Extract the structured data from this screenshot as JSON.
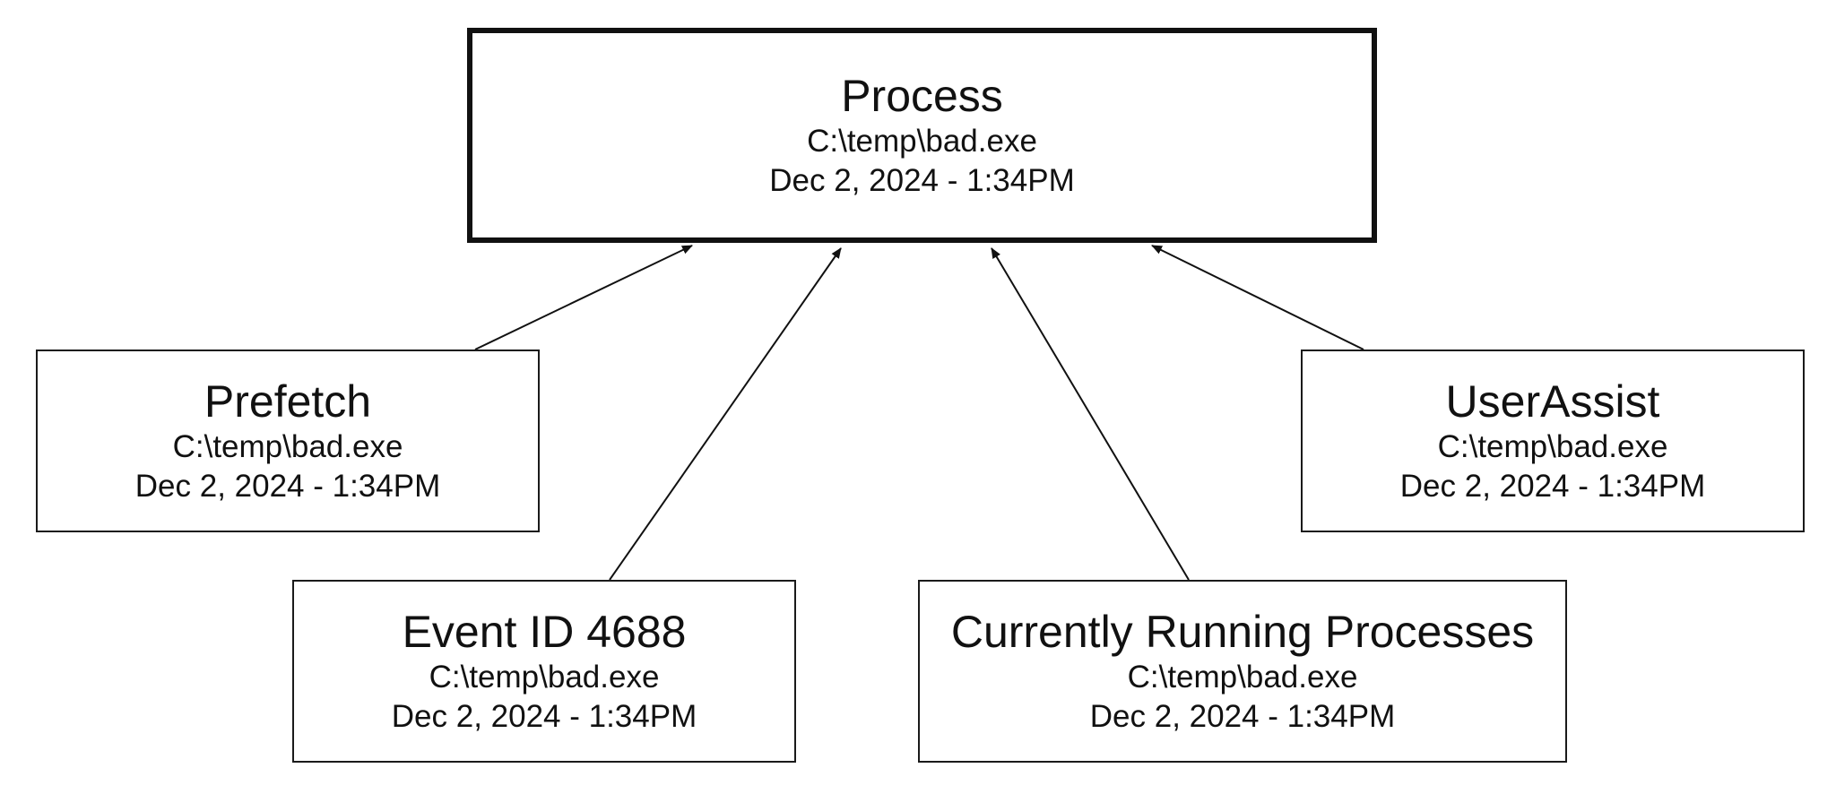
{
  "diagram": {
    "central": {
      "title": "Process",
      "path": "C:\\temp\\bad.exe",
      "time": "Dec 2, 2024 - 1:34PM"
    },
    "sources": [
      {
        "title": "Prefetch",
        "path": "C:\\temp\\bad.exe",
        "time": "Dec 2, 2024 - 1:34PM"
      },
      {
        "title": "Event ID 4688",
        "path": "C:\\temp\\bad.exe",
        "time": "Dec 2, 2024 - 1:34PM"
      },
      {
        "title": "Currently Running Processes",
        "path": "C:\\temp\\bad.exe",
        "time": "Dec 2, 2024 - 1:34PM"
      },
      {
        "title": "UserAssist",
        "path": "C:\\temp\\bad.exe",
        "time": "Dec 2, 2024 - 1:34PM"
      }
    ],
    "edges": [
      {
        "from": "Prefetch",
        "to": "Process"
      },
      {
        "from": "Event ID 4688",
        "to": "Process"
      },
      {
        "from": "Currently Running Processes",
        "to": "Process"
      },
      {
        "from": "UserAssist",
        "to": "Process"
      }
    ]
  }
}
